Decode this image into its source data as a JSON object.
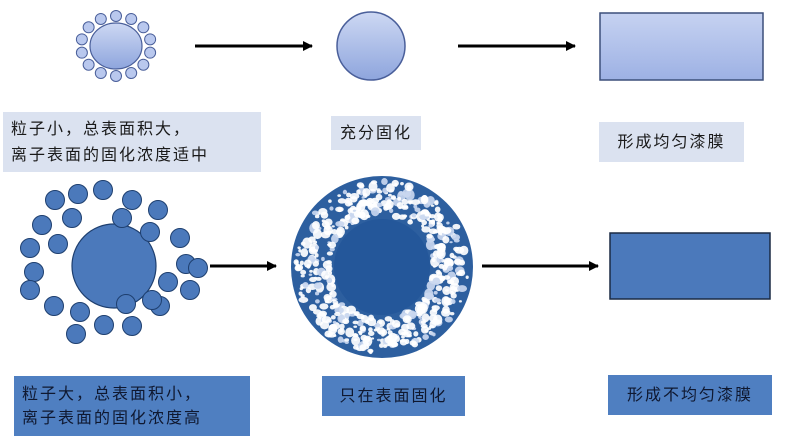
{
  "colors": {
    "light_fill_top": "#c9d5f2",
    "light_fill_bottom": "#8fa6de",
    "dark_fill": "#4b79bb",
    "dark_ring": "#1e4f91",
    "label_light_bg": "#dbe2f0",
    "label_dark_bg": "#4f7fc1",
    "arrow": "#000000"
  },
  "rows": [
    {
      "label_start": "粒子小，总表面积大，\n离子表面的固化浓度适中",
      "label_middle": "充分固化",
      "label_end": "形成均匀漆膜"
    },
    {
      "label_start": "粒子大，总表面积小，\n离子表面的固化浓度高",
      "label_middle": "只在表面固化",
      "label_end": "形成不均匀漆膜"
    }
  ]
}
